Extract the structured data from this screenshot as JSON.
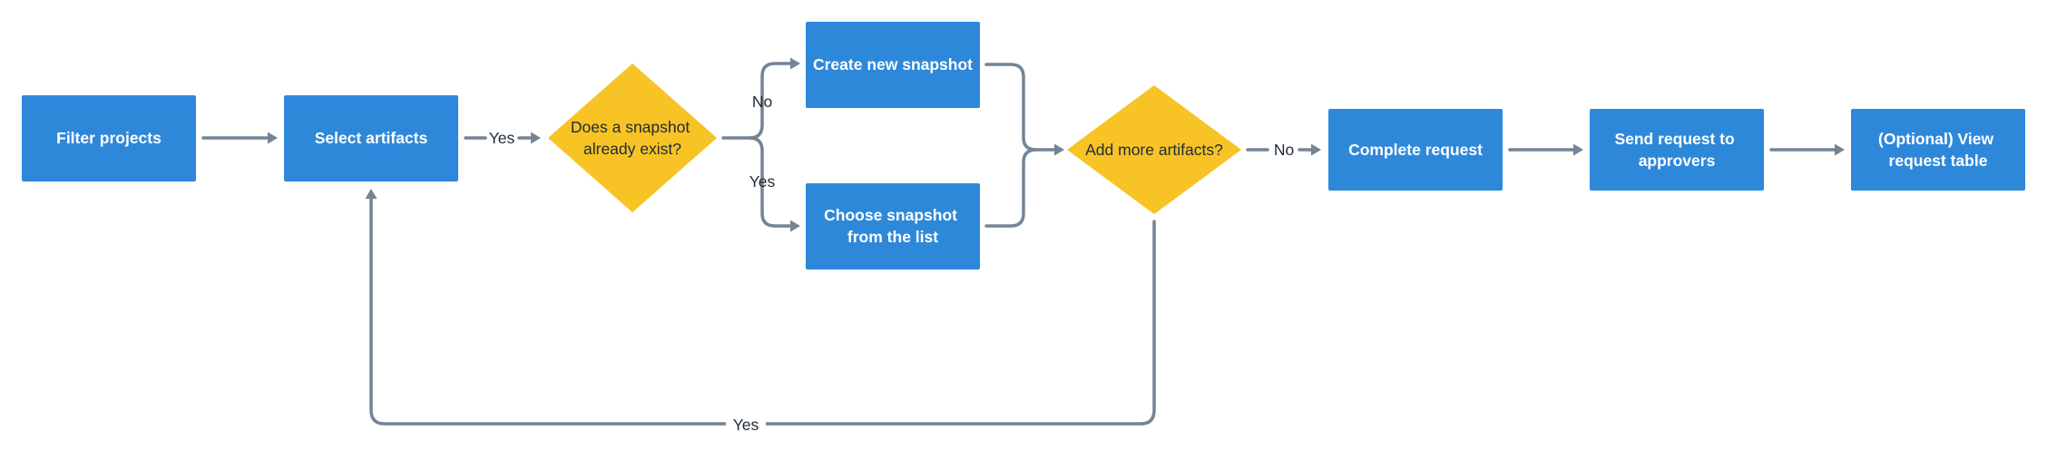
{
  "colors": {
    "process_fill": "#2e88da",
    "decision_fill": "#f7c325",
    "connector": "#738495",
    "process_text": "#ffffff",
    "decision_text": "#1f2b36"
  },
  "nodes": {
    "filter_projects": {
      "type": "process",
      "lines": [
        "Filter projects"
      ]
    },
    "select_artifacts": {
      "type": "process",
      "lines": [
        "Select artifacts"
      ]
    },
    "snapshot_exists": {
      "type": "decision",
      "lines": [
        "Does a snapshot",
        "already exist?"
      ]
    },
    "create_snapshot": {
      "type": "process",
      "lines": [
        "Create new snapshot"
      ]
    },
    "choose_snapshot": {
      "type": "process",
      "lines": [
        "Choose snapshot",
        "from the list"
      ]
    },
    "add_more_artifacts": {
      "type": "decision",
      "lines": [
        "Add more artifacts?"
      ]
    },
    "complete_request": {
      "type": "process",
      "lines": [
        "Complete request"
      ]
    },
    "send_request": {
      "type": "process",
      "lines": [
        "Send request to",
        "approvers"
      ]
    },
    "view_request_table": {
      "type": "process",
      "lines": [
        "(Optional) View",
        "request table"
      ]
    }
  },
  "edges": {
    "filter_to_select": {
      "from": "Filter projects",
      "to": "Select artifacts",
      "label": ""
    },
    "select_to_exists": {
      "from": "Select artifacts",
      "to": "Does a snapshot already exist?",
      "label": "Yes"
    },
    "exists_to_create": {
      "from": "Does a snapshot already exist?",
      "to": "Create new snapshot",
      "label": "No"
    },
    "exists_to_choose": {
      "from": "Does a snapshot already exist?",
      "to": "Choose snapshot from the list",
      "label": "Yes"
    },
    "create_to_addmore": {
      "from": "Create new snapshot",
      "to": "Add more artifacts?",
      "label": ""
    },
    "choose_to_addmore": {
      "from": "Choose snapshot from the list",
      "to": "Add more artifacts?",
      "label": ""
    },
    "addmore_to_complete": {
      "from": "Add more artifacts?",
      "to": "Complete request",
      "label": "No"
    },
    "complete_to_send": {
      "from": "Complete request",
      "to": "Send request to approvers",
      "label": ""
    },
    "send_to_view": {
      "from": "Send request to approvers",
      "to": "(Optional) View request table",
      "label": ""
    },
    "addmore_to_select": {
      "from": "Add more artifacts?",
      "to": "Select artifacts",
      "label": "Yes"
    }
  }
}
